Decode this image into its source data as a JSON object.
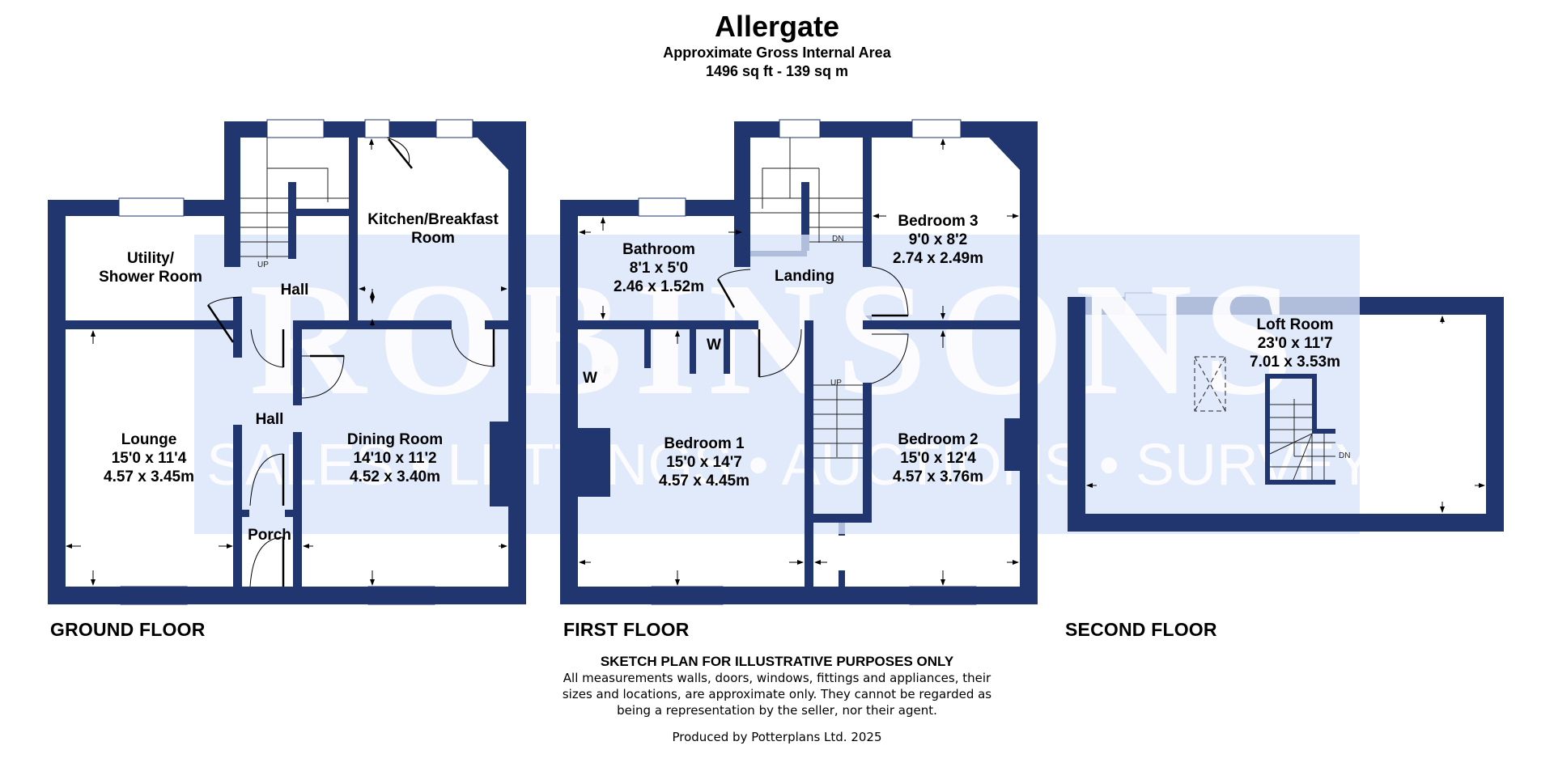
{
  "header": {
    "title": "Allergate",
    "area_label": "Approximate Gross Internal Area",
    "area_value": "1496 sq ft - 139 sq m"
  },
  "colors": {
    "wall": "#21356e",
    "watermark_bg": "#d9e4fa",
    "watermark_text": "#ffffff",
    "watermark_accent": "#f2e36b"
  },
  "watermark": {
    "brand": "ROBINSONS",
    "tagline": "SALES • LETTINGS • AUCTIONS • SURVEYS"
  },
  "floors": [
    {
      "label": "GROUND FLOOR",
      "rooms": [
        {
          "name": "Utility/",
          "name2": "Shower Room"
        },
        {
          "name": "Hall"
        },
        {
          "name": "Kitchen/Breakfast",
          "name2": "Room"
        },
        {
          "name": "Lounge",
          "imperial": "15'0 x 11'4",
          "metric": "4.57 x 3.45m"
        },
        {
          "name": "Hall"
        },
        {
          "name": "Dining Room",
          "imperial": "14'10 x 11'2",
          "metric": "4.52 x 3.40m"
        },
        {
          "name": "Porch"
        }
      ],
      "stair_label": "UP"
    },
    {
      "label": "FIRST FLOOR",
      "rooms": [
        {
          "name": "Bathroom",
          "imperial": "8'1 x 5'0",
          "metric": "2.46 x 1.52m"
        },
        {
          "name": "Landing"
        },
        {
          "name": "Bedroom 3",
          "imperial": "9'0 x 8'2",
          "metric": "2.74 x 2.49m"
        },
        {
          "name": "Bedroom 1",
          "imperial": "15'0 x 14'7",
          "metric": "4.57 x 4.45m"
        },
        {
          "name": "Bedroom 2",
          "imperial": "15'0 x 12'4",
          "metric": "4.57 x 3.76m"
        }
      ],
      "wardrobe_label": "W",
      "stair_down_label": "DN",
      "stair_up_label": "UP"
    },
    {
      "label": "SECOND FLOOR",
      "rooms": [
        {
          "name": "Loft Room",
          "imperial": "23'0 x 11'7",
          "metric": "7.01 x 3.53m"
        }
      ],
      "stair_label": "DN"
    }
  ],
  "disclaimer": {
    "title": "SKETCH PLAN FOR ILLUSTRATIVE PURPOSES ONLY",
    "line1": "All measurements walls, doors, windows, fittings and appliances, their",
    "line2": "sizes and locations, are approximate only. They cannot be regarded as",
    "line3": "being a representation by the seller, nor their agent.",
    "produced_by": "Produced by Potterplans Ltd. 2025"
  }
}
